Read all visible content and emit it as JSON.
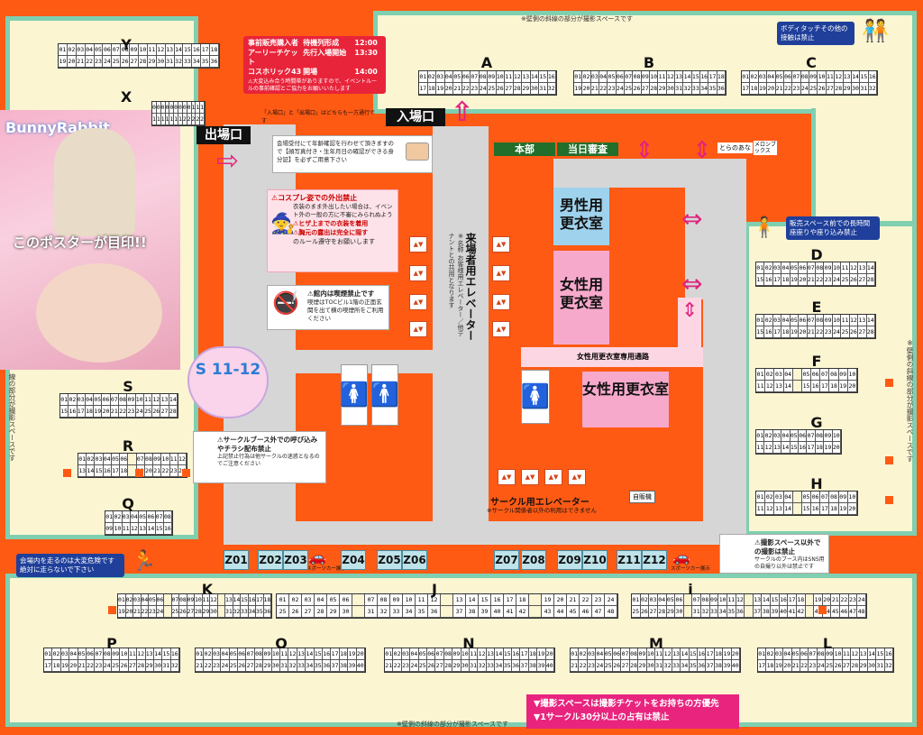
{
  "notes": {
    "top_shoot": "※壁側の斜線の部分が撮影スペースです",
    "bottom_shoot": "※壁側の斜線の部分が撮影スペースです",
    "right_shoot": "※壁側の斜線の部分が撮影スペースです",
    "left_shoot": "線の部分が撮影スペースです"
  },
  "schedule": {
    "rows": [
      [
        "事前販売購入者",
        "待機列形成",
        "12:00"
      ],
      [
        "アーリーチケット",
        "先行入場開始",
        "13:30"
      ],
      [
        "コスホリック43",
        "開場",
        "14:00"
      ]
    ],
    "warn": "⚠大変込み合う時間帯がありますので、イベントルールの事前確認とご協力をお願いいたします"
  },
  "exit": {
    "label": "出場口"
  },
  "entrance": {
    "label": "入場口"
  },
  "oneway": "「入場口」と「出場口」はどちらも一方通行です",
  "id_check": "会場受付にて年齢確認を行わせて頂きますので【顔写真付き・生年月日の確認ができる身分証】を必ずご用意下さい",
  "cosplay_out": {
    "title": "⚠コスプレ姿での外出禁止",
    "body": "衣装のまま外出したい場合は、イベント外の一般の方に不審にみられぬよう",
    "b2": "⚠ヒザ上までの衣装を着用",
    "b3": "⚠胸元の露出は完全に隠す",
    "b4": "のルール遵守をお願いします"
  },
  "smoking": {
    "title": "⚠館内は喫煙禁止です",
    "body": "喫煙はTOCビル1階の正面玄関を出て横の喫煙所をご利用ください"
  },
  "honbu": "本部",
  "toujitsu": "当日審査",
  "toranoana": "とらのあな",
  "melon": "メロンブックス",
  "male_room": "男性用更衣室",
  "female_room": "女性用更衣室",
  "female_room2": "女性用更衣室",
  "female_path": "女性用更衣室専用通路",
  "visitor_elev": "来場者用エレベーター",
  "visitor_elev_note": "※名称 お客様用エレベーター／他テナントとの共用となります",
  "circle_elev": "サークル用エレベーター",
  "circle_elev_note": "※サークル関係者以外の利用はできません",
  "jihanki": "自販機",
  "poster": {
    "brand": "BunnyRabbit",
    "caption": "このポスターが目印!!"
  },
  "s_callout": "S 11-12",
  "no_calling": {
    "title": "⚠サークルブース外での呼び込みやチラシ配布禁止",
    "body": "上記禁止行為は他サークルの迷惑となるのでご注意ください"
  },
  "body_touch": "ボディタッチその他の接触は禁止",
  "no_sitting": "販売スペース前での長時間座座りや座り込み禁止",
  "no_running": "会場内を走るのは大変危険です絶対に走らないで下さい",
  "no_outside_shoot": {
    "title": "⚠撮影スペース以外での撮影は禁止",
    "body": "サークルのブース内はSNS用の自撮り以外は禁止です"
  },
  "sportscar": "スポーツカー展示",
  "bottom_rules": [
    "▼撮影スペースは撮影チケットをお持ちの方優先",
    "▼1サークル30分以上の占有は禁止"
  ],
  "zspots": [
    "Z01",
    "Z02",
    "Z03",
    "Z04",
    "Z05",
    "Z06",
    "Z07",
    "Z08",
    "Z09",
    "Z10",
    "Z11",
    "Z12"
  ],
  "blocks": {
    "Y": {
      "label": "Y",
      "rows": [
        [
          "01",
          "02",
          "03",
          "04",
          "05",
          "06",
          "07",
          "08",
          "09",
          "10",
          "11",
          "12",
          "13",
          "14",
          "15",
          "16",
          "17",
          "18"
        ],
        [
          "19",
          "20",
          "21",
          "22",
          "23",
          "24",
          "25",
          "26",
          "27",
          "28",
          "29",
          "30",
          "31",
          "32",
          "33",
          "34",
          "35",
          "36"
        ]
      ]
    },
    "X": {
      "label": "X",
      "rows": [
        [
          "01",
          "02",
          "03",
          "04",
          "05",
          "06",
          "07",
          "08",
          "09",
          "10",
          "11",
          "12"
        ],
        [
          "13",
          "14",
          "15",
          "16",
          "17",
          "18",
          "19",
          "20",
          "21",
          "22",
          "23",
          "24"
        ]
      ]
    },
    "A": {
      "label": "A",
      "rows": [
        [
          "01",
          "02",
          "03",
          "04",
          "05",
          "06",
          "07",
          "08",
          "09",
          "10",
          "11",
          "12",
          "13",
          "14",
          "15",
          "16"
        ],
        [
          "17",
          "18",
          "19",
          "20",
          "21",
          "22",
          "23",
          "24",
          "25",
          "26",
          "27",
          "28",
          "29",
          "30",
          "31",
          "32"
        ]
      ]
    },
    "B": {
      "label": "B",
      "rows": [
        [
          "01",
          "02",
          "03",
          "04",
          "05",
          "06",
          "07",
          "08",
          "09",
          "10",
          "11",
          "12",
          "13",
          "14",
          "15",
          "16",
          "17",
          "18"
        ],
        [
          "19",
          "20",
          "21",
          "22",
          "23",
          "24",
          "25",
          "26",
          "27",
          "28",
          "29",
          "30",
          "31",
          "32",
          "33",
          "34",
          "35",
          "36"
        ]
      ]
    },
    "C": {
      "label": "C",
      "rows": [
        [
          "01",
          "02",
          "03",
          "04",
          "05",
          "06",
          "07",
          "08",
          "09",
          "10",
          "11",
          "12",
          "13",
          "14",
          "15",
          "16"
        ],
        [
          "17",
          "18",
          "19",
          "20",
          "21",
          "22",
          "23",
          "24",
          "25",
          "26",
          "27",
          "28",
          "29",
          "30",
          "31",
          "32"
        ]
      ]
    },
    "D": {
      "label": "D",
      "rows": [
        [
          "01",
          "02",
          "03",
          "04",
          "05",
          "06",
          "07",
          "08",
          "09",
          "10",
          "11",
          "12",
          "13",
          "14"
        ],
        [
          "15",
          "16",
          "17",
          "18",
          "19",
          "20",
          "21",
          "22",
          "23",
          "24",
          "25",
          "26",
          "27",
          "28"
        ]
      ]
    },
    "E": {
      "label": "E",
      "rows": [
        [
          "01",
          "02",
          "03",
          "04",
          "05",
          "06",
          "07",
          "08",
          "09",
          "10",
          "11",
          "12",
          "13",
          "14"
        ],
        [
          "15",
          "16",
          "17",
          "18",
          "19",
          "20",
          "21",
          "22",
          "23",
          "24",
          "25",
          "26",
          "27",
          "28"
        ]
      ]
    },
    "F": {
      "label": "F",
      "rows": [
        [
          "01",
          "02",
          "03",
          "04",
          "",
          "05",
          "06",
          "07",
          "08",
          "09",
          "10"
        ],
        [
          "11",
          "12",
          "13",
          "14",
          "",
          "15",
          "16",
          "17",
          "18",
          "19",
          "20"
        ]
      ]
    },
    "G": {
      "label": "G",
      "rows": [
        [
          "01",
          "02",
          "03",
          "04",
          "05",
          "06",
          "07",
          "08",
          "09",
          "10"
        ],
        [
          "11",
          "12",
          "13",
          "14",
          "15",
          "16",
          "17",
          "18",
          "19",
          "20"
        ]
      ]
    },
    "H": {
      "label": "H",
      "rows": [
        [
          "01",
          "02",
          "03",
          "04",
          "",
          "05",
          "06",
          "07",
          "08",
          "09",
          "10"
        ],
        [
          "11",
          "12",
          "13",
          "14",
          "",
          "15",
          "16",
          "17",
          "18",
          "19",
          "20"
        ]
      ]
    },
    "S": {
      "label": "S",
      "rows": [
        [
          "01",
          "02",
          "03",
          "04",
          "05",
          "06",
          "07",
          "08",
          "09",
          "10",
          "11",
          "12",
          "13",
          "14"
        ],
        [
          "15",
          "16",
          "17",
          "18",
          "19",
          "20",
          "21",
          "22",
          "23",
          "24",
          "25",
          "26",
          "27",
          "28"
        ]
      ]
    },
    "R": {
      "label": "R",
      "rows": [
        [
          "01",
          "02",
          "03",
          "04",
          "05",
          "06",
          "",
          "07",
          "08",
          "09",
          "10",
          "11",
          "12"
        ],
        [
          "13",
          "14",
          "15",
          "16",
          "17",
          "18",
          "",
          "19",
          "20",
          "21",
          "22",
          "23",
          "24"
        ]
      ]
    },
    "Q": {
      "label": "Q",
      "rows": [
        [
          "01",
          "02",
          "03",
          "04",
          "05",
          "06",
          "07",
          "08"
        ],
        [
          "09",
          "10",
          "11",
          "12",
          "13",
          "14",
          "15",
          "16"
        ]
      ]
    },
    "K": {
      "label": "K",
      "rows": [
        [
          "01",
          "02",
          "03",
          "04",
          "05",
          "06",
          "",
          "07",
          "08",
          "09",
          "10",
          "11",
          "12",
          "",
          "13",
          "14",
          "15",
          "16",
          "17",
          "18"
        ],
        [
          "19",
          "20",
          "21",
          "22",
          "23",
          "24",
          "",
          "25",
          "26",
          "27",
          "28",
          "29",
          "30",
          "",
          "31",
          "32",
          "33",
          "34",
          "35",
          "36"
        ]
      ]
    },
    "J": {
      "label": "J",
      "rows": [
        [
          "01",
          "02",
          "03",
          "04",
          "05",
          "06",
          "",
          "07",
          "08",
          "09",
          "10",
          "11",
          "12",
          "",
          "13",
          "14",
          "15",
          "16",
          "17",
          "18",
          "",
          "19",
          "20",
          "21",
          "22",
          "23",
          "24"
        ],
        [
          "25",
          "26",
          "27",
          "28",
          "29",
          "30",
          "",
          "31",
          "32",
          "33",
          "34",
          "35",
          "36",
          "",
          "37",
          "38",
          "39",
          "40",
          "41",
          "42",
          "",
          "43",
          "44",
          "45",
          "46",
          "47",
          "48"
        ]
      ]
    },
    "I": {
      "label": "i",
      "rows": [
        [
          "01",
          "02",
          "03",
          "04",
          "05",
          "06",
          "",
          "07",
          "08",
          "09",
          "10",
          "11",
          "12",
          "",
          "13",
          "14",
          "15",
          "16",
          "17",
          "18",
          "",
          "19",
          "20",
          "21",
          "22",
          "23",
          "24"
        ],
        [
          "25",
          "26",
          "27",
          "28",
          "29",
          "30",
          "",
          "31",
          "32",
          "33",
          "34",
          "35",
          "36",
          "",
          "37",
          "38",
          "39",
          "40",
          "41",
          "42",
          "",
          "43",
          "44",
          "45",
          "46",
          "47",
          "48"
        ]
      ]
    },
    "P": {
      "label": "P",
      "rows": [
        [
          "01",
          "02",
          "03",
          "04",
          "05",
          "06",
          "07",
          "08",
          "09",
          "10",
          "11",
          "12",
          "13",
          "14",
          "15",
          "16"
        ],
        [
          "17",
          "18",
          "19",
          "20",
          "21",
          "22",
          "23",
          "24",
          "25",
          "26",
          "27",
          "28",
          "29",
          "30",
          "31",
          "32"
        ]
      ]
    },
    "O": {
      "label": "O",
      "rows": [
        [
          "01",
          "02",
          "03",
          "04",
          "05",
          "06",
          "07",
          "08",
          "09",
          "10",
          "11",
          "12",
          "13",
          "14",
          "15",
          "16",
          "17",
          "18",
          "19",
          "20"
        ],
        [
          "21",
          "22",
          "23",
          "24",
          "25",
          "26",
          "27",
          "28",
          "29",
          "30",
          "31",
          "32",
          "33",
          "34",
          "35",
          "36",
          "37",
          "38",
          "39",
          "40"
        ]
      ]
    },
    "N": {
      "label": "N",
      "rows": [
        [
          "01",
          "02",
          "03",
          "04",
          "05",
          "06",
          "07",
          "08",
          "09",
          "10",
          "11",
          "12",
          "13",
          "14",
          "15",
          "16",
          "17",
          "18",
          "19",
          "20"
        ],
        [
          "21",
          "22",
          "23",
          "24",
          "25",
          "26",
          "27",
          "28",
          "29",
          "30",
          "31",
          "32",
          "33",
          "34",
          "35",
          "36",
          "37",
          "38",
          "39",
          "40"
        ]
      ]
    },
    "M": {
      "label": "M",
      "rows": [
        [
          "01",
          "02",
          "03",
          "04",
          "05",
          "06",
          "07",
          "08",
          "09",
          "10",
          "11",
          "12",
          "13",
          "14",
          "15",
          "16",
          "17",
          "18",
          "19",
          "20"
        ],
        [
          "21",
          "22",
          "23",
          "24",
          "25",
          "26",
          "27",
          "28",
          "29",
          "30",
          "31",
          "32",
          "33",
          "34",
          "35",
          "36",
          "37",
          "38",
          "39",
          "40"
        ]
      ]
    },
    "L": {
      "label": "L",
      "rows": [
        [
          "01",
          "02",
          "03",
          "04",
          "05",
          "06",
          "07",
          "08",
          "09",
          "10",
          "11",
          "12",
          "13",
          "14",
          "15",
          "16"
        ],
        [
          "17",
          "18",
          "19",
          "20",
          "21",
          "22",
          "23",
          "24",
          "25",
          "26",
          "27",
          "28",
          "29",
          "30",
          "31",
          "32"
        ]
      ]
    }
  },
  "colors": {
    "accent": "#ff5a14",
    "zone": "#fcf5d2",
    "border": "#7fcfb0",
    "pink": "#f7a9cc",
    "blue": "#9fd2ec",
    "navy": "#1f3f9a"
  }
}
